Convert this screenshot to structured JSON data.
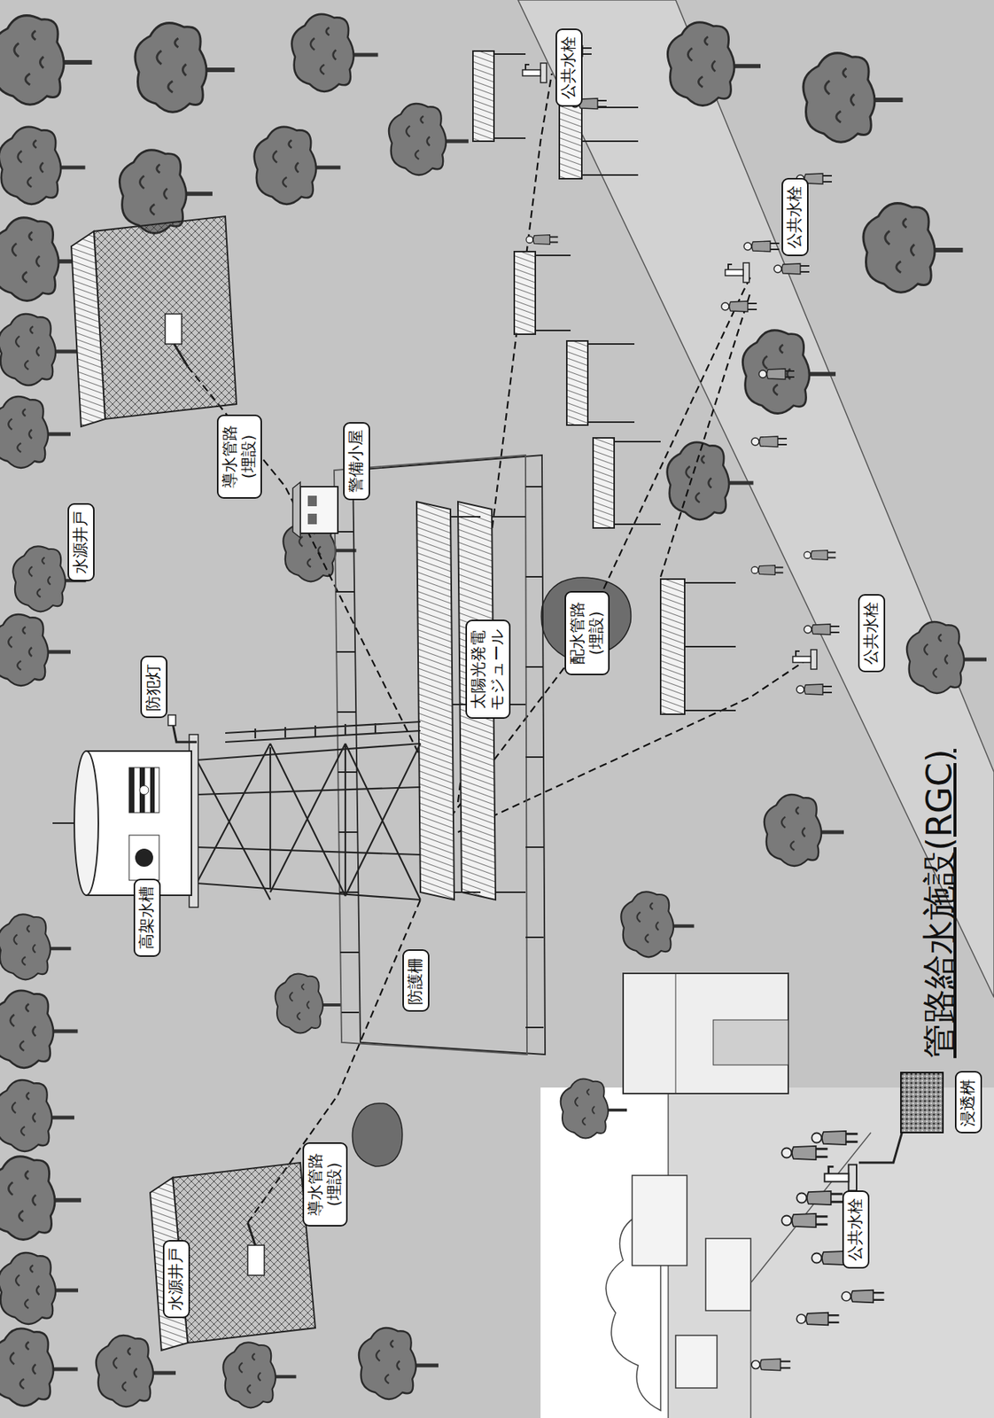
{
  "diagram": {
    "title": "管路給水施設(RGC)",
    "nodes": [
      {
        "text": [
          "水源井戸"
        ]
      },
      {
        "text": [
          "高架水槽"
        ]
      },
      {
        "text": [
          "防犯灯"
        ]
      },
      {
        "text": [
          "水源井戸"
        ]
      },
      {
        "text": [
          "導水管路 (埋設)"
        ]
      },
      {
        "text": [
          "導水管路 (埋設)"
        ]
      },
      {
        "text": [
          "警備小屋"
        ]
      },
      {
        "text": [
          "防護柵"
        ]
      },
      {
        "text": [
          "太陽光発電 モジュール"
        ]
      },
      {
        "text": [
          "公共水栓"
        ]
      },
      {
        "text": [
          "配水管路 (埋設)"
        ]
      },
      {
        "text": [
          "公共水栓"
        ]
      },
      {
        "text": [
          "公共水栓"
        ]
      },
      {
        "text": [
          "公共水栓"
        ]
      },
      {
        "text": [
          "浸透桝"
        ]
      }
    ]
  }
}
